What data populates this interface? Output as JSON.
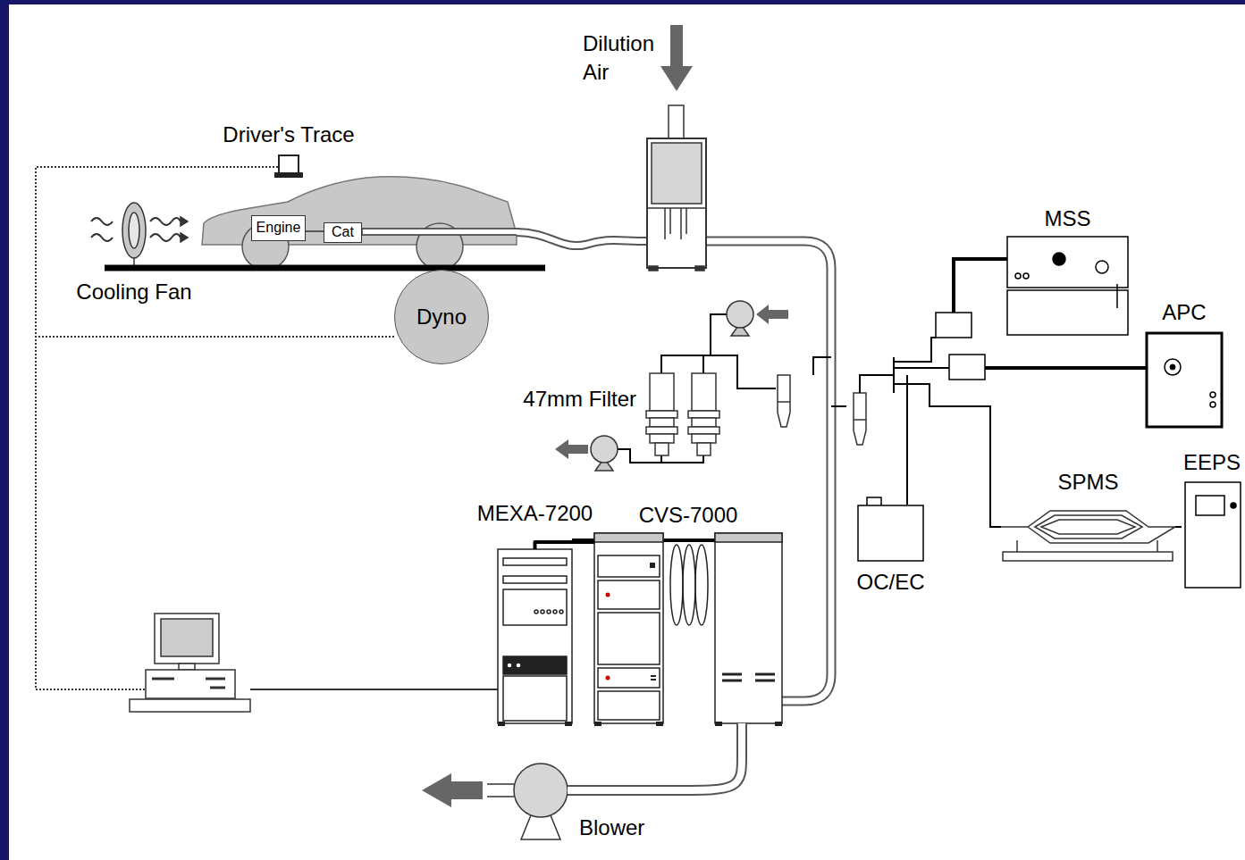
{
  "diagram": {
    "nodes": [
      {
        "text": [
          "Driver's Trace"
        ]
      },
      {
        "text": [
          "Engine"
        ]
      },
      {
        "text": [
          "Cat"
        ]
      },
      {
        "text": [
          "Cooling Fan"
        ]
      },
      {
        "text": [
          "Dyno"
        ]
      },
      {
        "text": [
          "47mm Filter"
        ]
      },
      {
        "text": [
          "MEXA-7200"
        ]
      },
      {
        "text": [
          "CVS-7000"
        ]
      },
      {
        "text": [
          "MSS"
        ]
      },
      {
        "text": [
          "APC"
        ]
      },
      {
        "text": [
          "EEPS"
        ]
      },
      {
        "text": [
          "SPMS"
        ]
      },
      {
        "text": [
          "OC/EC"
        ]
      },
      {
        "text": [
          "Blower"
        ]
      }
    ],
    "edges": [
      {
        "from": 6,
        "to": 7,
        "arrow": "none"
      },
      {
        "from": 7,
        "to": 13,
        "arrow": "none"
      },
      {
        "from": 11,
        "to": 10,
        "arrow": "none"
      }
    ],
    "labels": [
      "Dilution Air"
    ]
  }
}
